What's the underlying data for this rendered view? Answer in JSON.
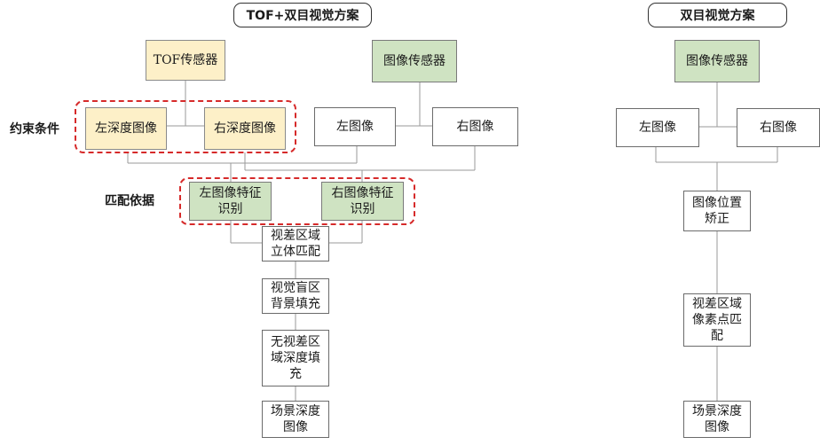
{
  "titles": {
    "left": "TOF+双目视觉方案",
    "right": "双目视觉方案"
  },
  "labels": {
    "constraint": "约束条件",
    "match_basis": "匹配依据"
  },
  "left_flow": {
    "tof_sensor": "TOF传感器",
    "image_sensor": "图像传感器",
    "left_depth": "左深度图像",
    "right_depth": "右深度图像",
    "left_image": "左图像",
    "right_image": "右图像",
    "left_feature": [
      "左图像特征",
      "识别"
    ],
    "right_feature": [
      "右图像特征",
      "识别"
    ],
    "stereo_match": [
      "视差区域",
      "立体匹配"
    ],
    "blind_fill": [
      "视觉盲区",
      "背景填充"
    ],
    "no_disparity_fill": [
      "无视差区",
      "域深度填",
      "充"
    ],
    "scene_depth": [
      "场景深度",
      "图像"
    ]
  },
  "right_flow": {
    "image_sensor": "图像传感器",
    "left_image": "左图像",
    "right_image": "右图像",
    "rectify": [
      "图像位置",
      "矫正"
    ],
    "pixel_match": [
      "视差区域",
      "像素点匹",
      "配"
    ],
    "scene_depth": [
      "场景深度",
      "图像"
    ]
  },
  "colors": {
    "tof_fill": "#fdf0c8",
    "sensor_fill": "#cfe3c2",
    "highlight_dash": "#d62a2a",
    "connector": "#9a9a9a"
  }
}
